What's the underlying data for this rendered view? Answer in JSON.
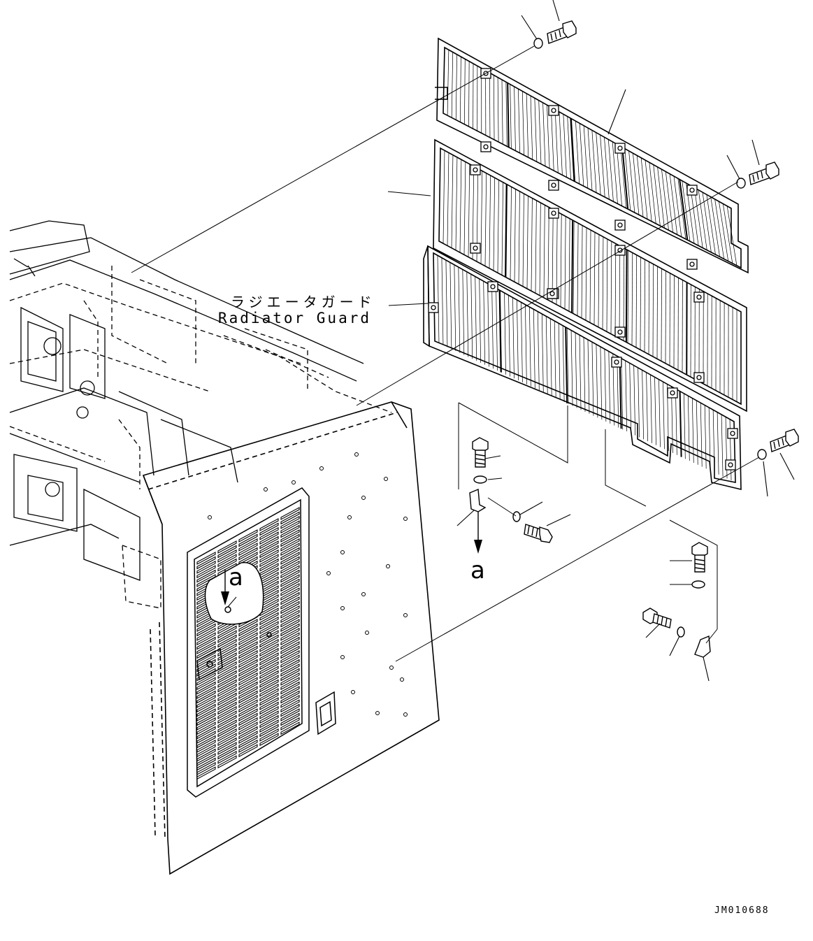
{
  "labels": {
    "title_jp": "ラジエータガード",
    "title_en": "Radiator Guard",
    "callout_a_upper": "a",
    "callout_a_lower": "a",
    "figure_id": "JM010688"
  },
  "colors": {
    "line": "#000000",
    "background": "#ffffff"
  }
}
